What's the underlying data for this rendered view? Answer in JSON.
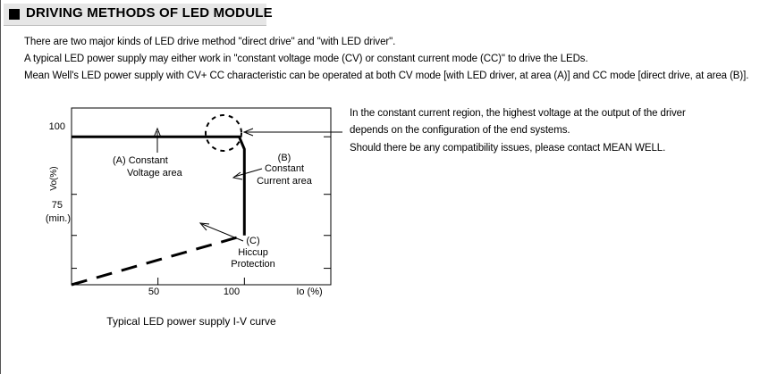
{
  "header": {
    "title": "DRIVING METHODS OF LED MODULE"
  },
  "intro": {
    "lines": [
      "There are two major kinds of LED drive method \"direct drive\" and \"with LED driver\".",
      "A typical LED power supply may either work in \"constant voltage mode (CV) or constant current mode (CC)\" to drive the LEDs.",
      "Mean Well's LED power supply with CV+ CC characteristic can be operated at both CV mode [with LED driver, at area (A)] and CC mode [direct drive, at area (B)]."
    ]
  },
  "note": {
    "lines": [
      "In the constant current region, the highest voltage at the output of the driver",
      "depends on the configuration of the end systems.",
      "Should there be any compatibility issues, please contact MEAN WELL."
    ]
  },
  "chart_data": {
    "type": "line",
    "caption": "Typical LED power supply I-V curve",
    "xlabel": "Io (%)",
    "ylabel": "Vo(%)",
    "x_ticks": [
      "50",
      "100"
    ],
    "y_ticks": [
      "100",
      "75"
    ],
    "y_tick_sublabel": "(min.)",
    "xlim": [
      0,
      150
    ],
    "ylim": [
      64,
      107
    ],
    "series": [
      {
        "style": "solid",
        "x": [
          0,
          97,
          100,
          100
        ],
        "y": [
          100,
          100,
          97,
          76
        ]
      },
      {
        "style": "dashed",
        "x": [
          0,
          100
        ],
        "y": [
          64,
          76
        ]
      }
    ],
    "annotations": [
      {
        "id": "a",
        "lines": [
          "(A)  Constant",
          "Voltage area"
        ]
      },
      {
        "id": "b",
        "lines": [
          "(B)",
          "Constant",
          "Current area"
        ]
      },
      {
        "id": "c",
        "lines": [
          "(C)",
          "Hiccup",
          "Protection"
        ]
      }
    ]
  }
}
